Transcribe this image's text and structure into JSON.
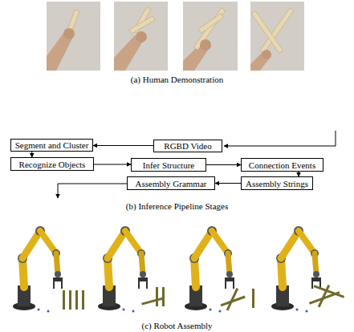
{
  "diagram": {
    "nodes": [
      {
        "text": [
          "Segment and Cluster"
        ]
      },
      {
        "text": [
          "RGBD Video"
        ]
      },
      {
        "text": [
          "Recognize Objects"
        ]
      },
      {
        "text": [
          "Infer Structure"
        ]
      },
      {
        "text": [
          "Connection Events"
        ]
      },
      {
        "text": [
          "Assembly Grammar"
        ]
      },
      {
        "text": [
          "Assembly Strings"
        ]
      }
    ],
    "edges": [
      {
        "from": 1,
        "to": 0,
        "arrow": "to"
      },
      {
        "from": 0,
        "to": 2,
        "arrow": "to"
      },
      {
        "from": 2,
        "to": 3,
        "arrow": "to"
      },
      {
        "from": 3,
        "to": 4,
        "arrow": "to"
      },
      {
        "from": 4,
        "to": 6,
        "arrow": "to"
      },
      {
        "from": 6,
        "to": 5,
        "arrow": "to"
      }
    ],
    "labels": [
      "(a) Human Demonstration",
      "(b) Inference Pipeline Stages",
      "(c) Robot Assembly"
    ]
  }
}
